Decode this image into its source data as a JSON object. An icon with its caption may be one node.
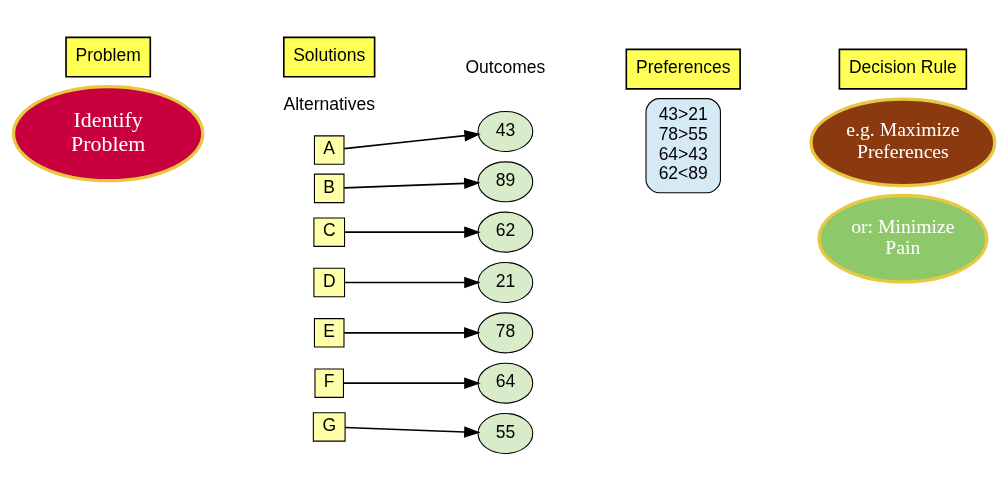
{
  "diagram": {
    "nodes": [
      {
        "text": [
          "Problem"
        ]
      },
      {
        "text": [
          "Solutions"
        ]
      },
      {
        "text": [
          "Preferences"
        ]
      },
      {
        "text": [
          "Decision Rule"
        ]
      },
      {
        "text": [
          "Identify Problem"
        ]
      },
      {
        "text": [
          "A"
        ]
      },
      {
        "text": [
          "43"
        ]
      },
      {
        "text": [
          "B"
        ]
      },
      {
        "text": [
          "89"
        ]
      },
      {
        "text": [
          "C"
        ]
      },
      {
        "text": [
          "62"
        ]
      },
      {
        "text": [
          "D"
        ]
      },
      {
        "text": [
          "21"
        ]
      },
      {
        "text": [
          "E"
        ]
      },
      {
        "text": [
          "78"
        ]
      },
      {
        "text": [
          "F"
        ]
      },
      {
        "text": [
          "64"
        ]
      },
      {
        "text": [
          "G"
        ]
      },
      {
        "text": [
          "55"
        ]
      },
      {
        "text": [
          "43>21",
          "78>55",
          "64>43",
          "62<89"
        ]
      },
      {
        "text": [
          "e.g. Maximize Preferences"
        ]
      },
      {
        "text": [
          "or: Minimize Pain"
        ]
      }
    ],
    "edges": [
      {
        "from": 5,
        "to": 6,
        "arrow": "to"
      },
      {
        "from": 7,
        "to": 8,
        "arrow": "to"
      },
      {
        "from": 9,
        "to": 10,
        "arrow": "to"
      },
      {
        "from": 11,
        "to": 12,
        "arrow": "to"
      },
      {
        "from": 13,
        "to": 14,
        "arrow": "to"
      },
      {
        "from": 15,
        "to": 16,
        "arrow": "to"
      },
      {
        "from": 17,
        "to": 18,
        "arrow": "to"
      }
    ],
    "labels": [
      "Alternatives",
      "Outcomes"
    ]
  }
}
